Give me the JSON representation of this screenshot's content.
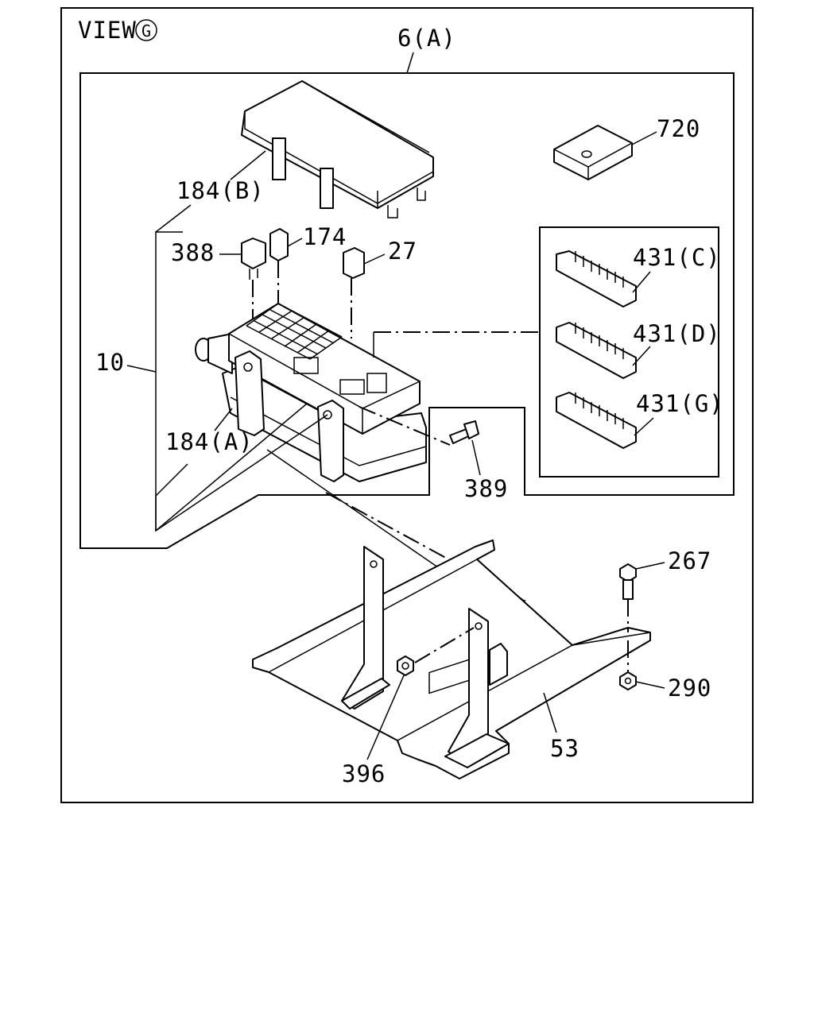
{
  "view": {
    "prefix": "VIEW",
    "letter": "G"
  },
  "callouts": {
    "assembly_6a": "6(A)",
    "cover_184b": "184(B)",
    "relay_388": "388",
    "fuse_174": "174",
    "fuse_27": "27",
    "fuse_box_10": "10",
    "bracket_184a": "184(A)",
    "bolt_389": "389",
    "clip_720": "720",
    "connector_431c": "431(C)",
    "connector_431d": "431(D)",
    "connector_431g": "431(G)",
    "bolt_267": "267",
    "nut_290": "290",
    "nut_396": "396",
    "tray_53": "53"
  }
}
